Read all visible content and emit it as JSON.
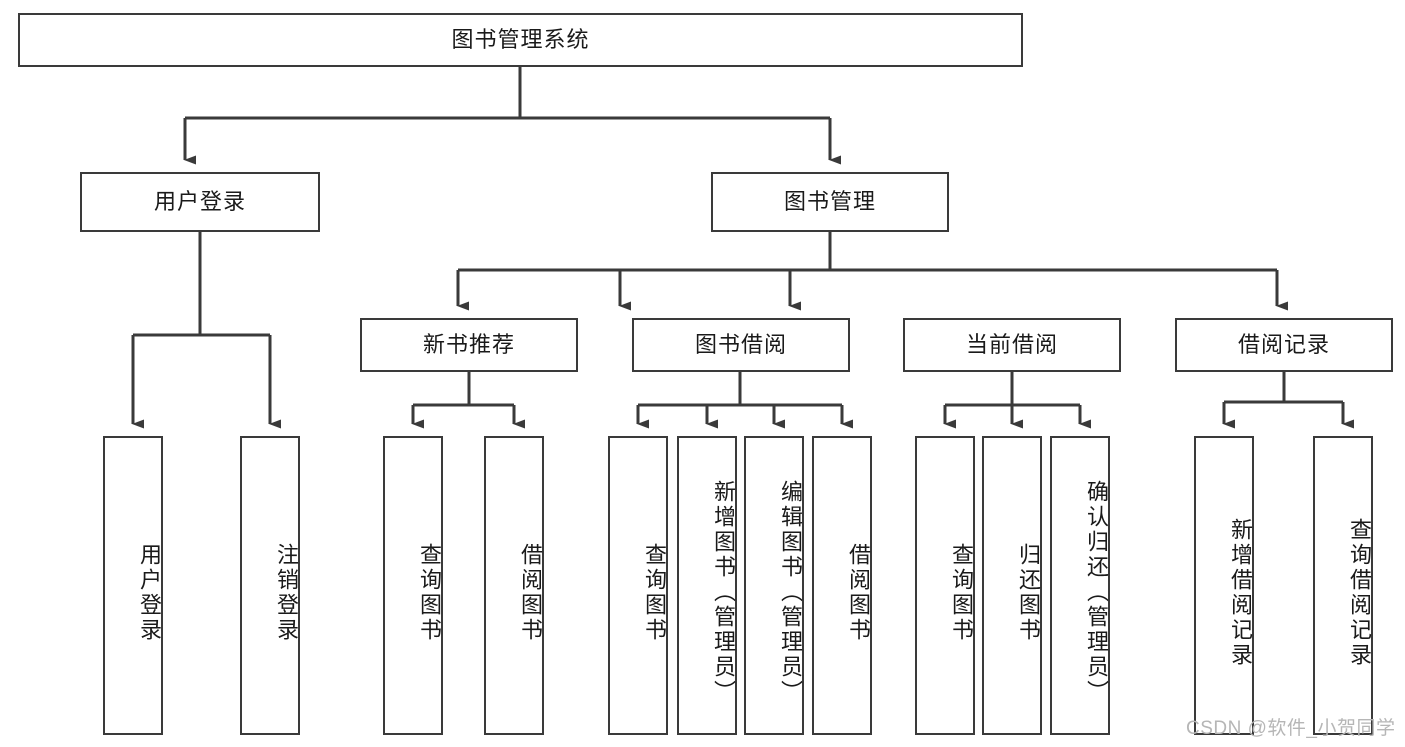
{
  "diagram": {
    "title": "图书管理系统",
    "watermark": "CSDN @软件_小贺同学",
    "line_color": "#3a3a3a",
    "box_border_color": "#3a3a3a",
    "box_fill_color": "#ffffff",
    "text_color": "#1a1a1a",
    "watermark_color": "#b6b6b6"
  },
  "nodes": {
    "root": {
      "label": "图书管理系统"
    },
    "level1": [
      {
        "label": "用户登录"
      },
      {
        "label": "图书管理"
      }
    ],
    "level2": [
      {
        "label": "新书推荐"
      },
      {
        "label": "图书借阅"
      },
      {
        "label": "当前借阅"
      },
      {
        "label": "借阅记录"
      }
    ],
    "leaves": {
      "user_login": [
        {
          "label": "用户登录"
        },
        {
          "label": "注销登录"
        }
      ],
      "new_book_recommend": [
        {
          "label": "查询图书"
        },
        {
          "label": "借阅图书"
        }
      ],
      "book_borrow": [
        {
          "label": "查询图书"
        },
        {
          "label": "新增图书（管理员）"
        },
        {
          "label": "编辑图书（管理员）"
        },
        {
          "label": "借阅图书"
        }
      ],
      "current_borrow": [
        {
          "label": "查询图书"
        },
        {
          "label": "归还图书"
        },
        {
          "label": "确认归还（管理员）"
        }
      ],
      "borrow_record": [
        {
          "label": "新增借阅记录"
        },
        {
          "label": "查询借阅记录"
        }
      ]
    }
  }
}
